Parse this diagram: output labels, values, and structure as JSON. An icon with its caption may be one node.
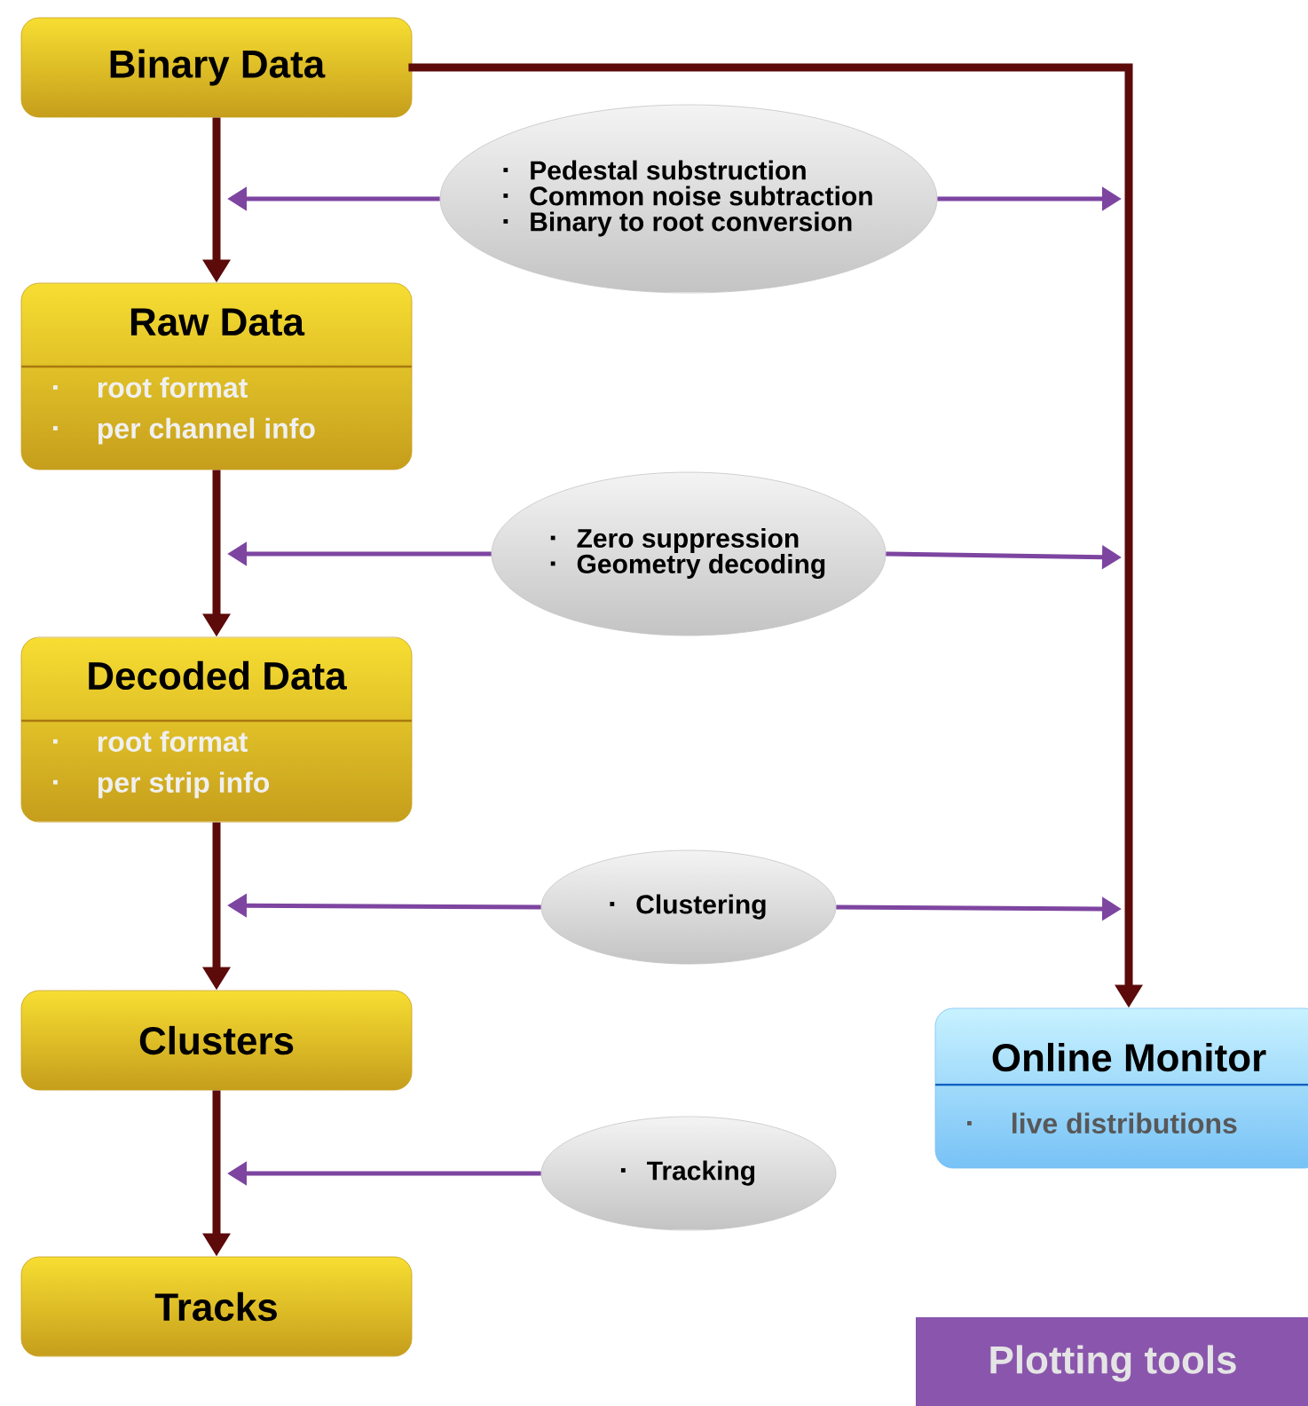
{
  "diagram": {
    "nodes": [
      {
        "text": [
          "Binary Data"
        ]
      },
      {
        "text": [
          "Pedestal substruction",
          "Common noise subtraction",
          "Binary to root conversion"
        ]
      },
      {
        "text": [
          "Raw Data",
          "root format",
          "per channel info"
        ]
      },
      {
        "text": [
          "Zero suppression",
          "Geometry decoding"
        ]
      },
      {
        "text": [
          "Decoded Data",
          "root format",
          "per strip info"
        ]
      },
      {
        "text": [
          "Clustering"
        ]
      },
      {
        "text": [
          "Clusters"
        ]
      },
      {
        "text": [
          "Tracking"
        ]
      },
      {
        "text": [
          "Tracks"
        ]
      },
      {
        "text": [
          "Online Monitor",
          "live distributions"
        ]
      },
      {
        "text": [
          "Plotting tools"
        ]
      }
    ],
    "edges": [
      {
        "from": 0,
        "to": 2,
        "arrow": "to",
        "style": "thick",
        "color": "#5c0a0a"
      },
      {
        "from": 2,
        "to": 4,
        "arrow": "to",
        "style": "thick",
        "color": "#5c0a0a"
      },
      {
        "from": 4,
        "to": 6,
        "arrow": "to",
        "style": "thick",
        "color": "#5c0a0a"
      },
      {
        "from": 6,
        "to": 8,
        "arrow": "to",
        "style": "thick",
        "color": "#5c0a0a"
      },
      {
        "from": 0,
        "to": 9,
        "arrow": "to",
        "style": "thick",
        "color": "#5c0a0a"
      },
      {
        "from": 1,
        "to": null,
        "arrow": "to"
      },
      {
        "from": 1,
        "to": null,
        "arrow": "to"
      },
      {
        "from": 3,
        "to": null,
        "arrow": "to"
      },
      {
        "from": 3,
        "to": null,
        "arrow": "to"
      },
      {
        "from": 5,
        "to": null,
        "arrow": "to"
      },
      {
        "from": 5,
        "to": null,
        "arrow": "to"
      },
      {
        "from": 7,
        "to": null,
        "arrow": "to"
      }
    ]
  }
}
